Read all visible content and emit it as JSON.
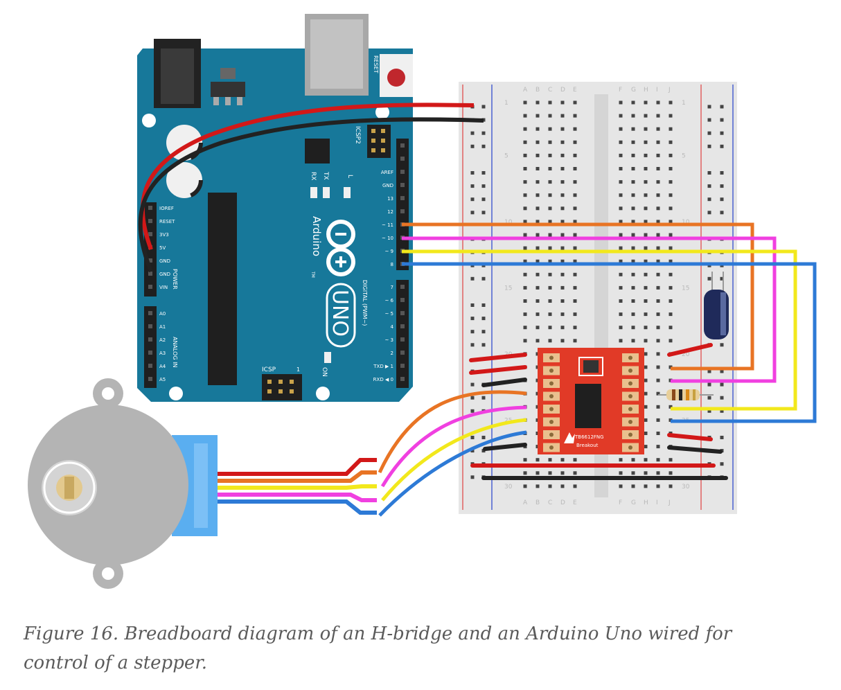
{
  "caption": "Figure 16. Breadboard diagram of an H-bridge and an Arduino Uno wired for control of a stepper.",
  "arduino": {
    "brand": "Arduino",
    "model": "UNO",
    "reset_label": "RESET",
    "icsp2_label": "ICSP2",
    "icsp_label": "ICSP",
    "icsp_pin1": "1",
    "on_label": "ON",
    "tx_label": "TX",
    "rx_label": "RX",
    "l_label": "L",
    "digital_label": "DIGITAL (PWM~)",
    "power_label": "POWER",
    "analog_label": "ANALOG IN",
    "tm": "TM",
    "power_pins": [
      "IOREF",
      "RESET",
      "3V3",
      "5V",
      "GND",
      "GND",
      "VIN"
    ],
    "analog_pins": [
      "A0",
      "A1",
      "A2",
      "A3",
      "A4",
      "A5"
    ],
    "digital_top": [
      "AREF",
      "GND",
      "13",
      "12",
      "~ 11",
      "~ 10",
      "~ 9",
      "8"
    ],
    "digital_bottom": [
      "7",
      "~ 6",
      "~ 5",
      "4",
      "~ 3",
      "2",
      "TXD ▶ 1",
      "RXD ◀ 0"
    ],
    "icon": "infinity-logo-icon"
  },
  "breadboard": {
    "columns_left": [
      "A",
      "B",
      "C",
      "D",
      "E"
    ],
    "columns_right": [
      "F",
      "G",
      "H",
      "I",
      "J"
    ],
    "row_numbers": [
      "1",
      "5",
      "10",
      "15",
      "20",
      "25",
      "30"
    ]
  },
  "driver": {
    "name": "TB6612FNG",
    "subtitle": "Breakout"
  },
  "colors": {
    "arduino_board": "#17789a",
    "breadboard": "#e6e6e6",
    "driver_board": "#e13a27",
    "wire_red": "#d21818",
    "wire_black": "#222222",
    "wire_orange": "#e87424",
    "wire_magenta": "#f040e0",
    "wire_yellow": "#f2e81c",
    "wire_blue": "#2d7ad6",
    "motor": "#b4b4b4",
    "motor_cap": "#5aaef0"
  }
}
